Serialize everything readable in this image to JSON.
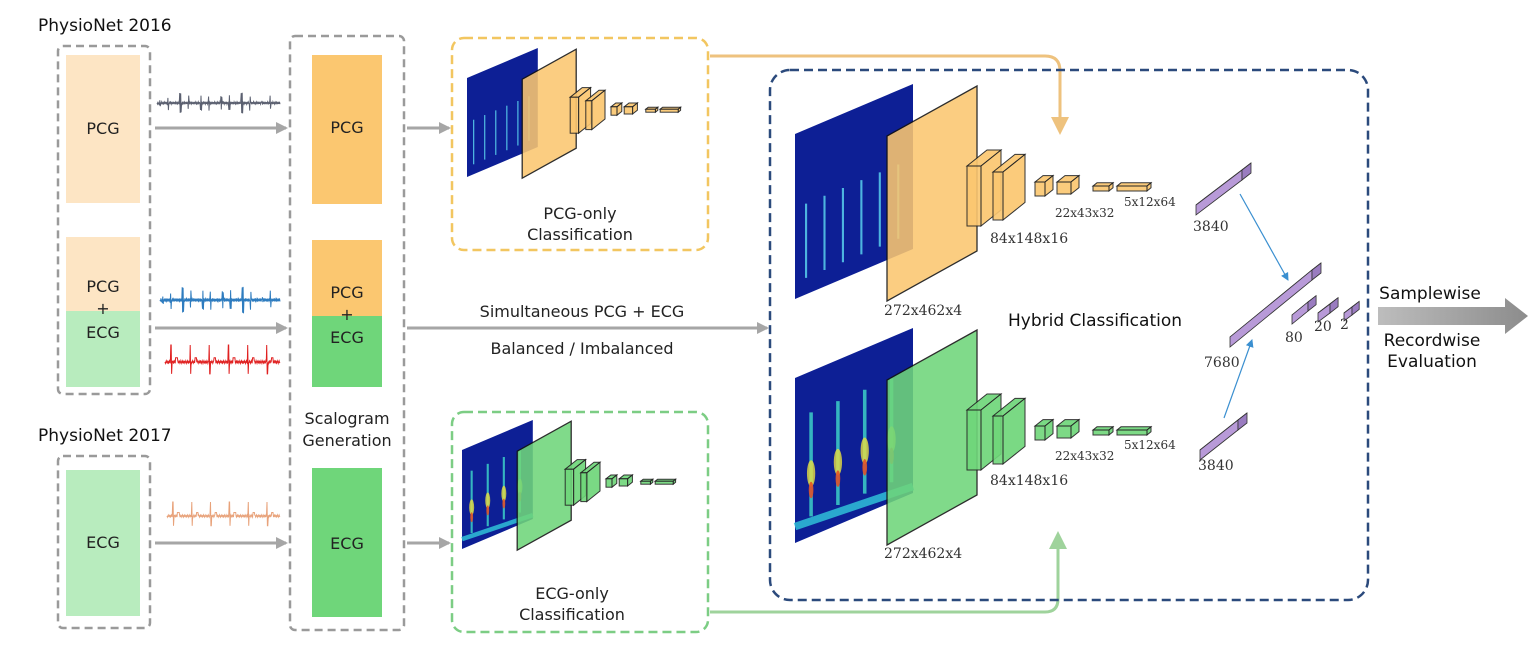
{
  "datasets": {
    "physionet_2016": "PhysioNet 2016",
    "physionet_2017": "PhysioNet 2017"
  },
  "inputs": {
    "pcg": "PCG",
    "pcg_ecg_top": "PCG",
    "plus": "+",
    "pcg_ecg_bottom": "ECG",
    "ecg": "ECG"
  },
  "scalogram": {
    "pcg": "PCG",
    "pcg_ecg_top": "PCG",
    "plus": "+",
    "pcg_ecg_bottom": "ECG",
    "ecg": "ECG",
    "caption_line1": "Scalogram",
    "caption_line2": "Generation"
  },
  "pcg_only": {
    "line1": "PCG-only",
    "line2": "Classification"
  },
  "ecg_only": {
    "line1": "ECG-only",
    "line2": "Classification"
  },
  "middle": {
    "simultaneous": "Simultaneous PCG + ECG",
    "balanced": "Balanced / Imbalanced"
  },
  "hybrid": {
    "title": "Hybrid Classification",
    "top_input_dim": "272x462x4",
    "top_conv1_dim": "84x148x16",
    "top_conv2_dim": "22x43x32",
    "top_conv3_dim": "5x12x64",
    "top_flat": "3840",
    "bottom_input_dim": "272x462x4",
    "bottom_conv1_dim": "84x148x16",
    "bottom_conv2_dim": "22x43x32",
    "bottom_conv3_dim": "5x12x64",
    "bottom_flat": "3840",
    "concat": "7680",
    "fc1": "80",
    "fc2": "20",
    "out": "2"
  },
  "evaluation": {
    "samplewise": "Samplewise",
    "recordwise": "Recordwise",
    "evaluation": "Evaluation"
  },
  "colors": {
    "pcg_light": "#fde5c4",
    "pcg": "#fbc770",
    "ecg_light": "#b8ecbe",
    "ecg": "#6fd67a",
    "dash_gray": "#9a9a9a",
    "dash_yellow": "#f2c660",
    "dash_green": "#7ccd84",
    "dash_blue": "#2b4a7c",
    "arrow_gray": "#a6a6a6",
    "arrow_yellow": "#eec27e",
    "arrow_green": "#9fd39c",
    "purple": "#b89ad8",
    "pcg_signal": "#5b6070",
    "ecg_signal_blue": "#2e7cbf",
    "ecg_signal_red": "#e02020",
    "ecg_signal_orange": "#e8a27a"
  }
}
